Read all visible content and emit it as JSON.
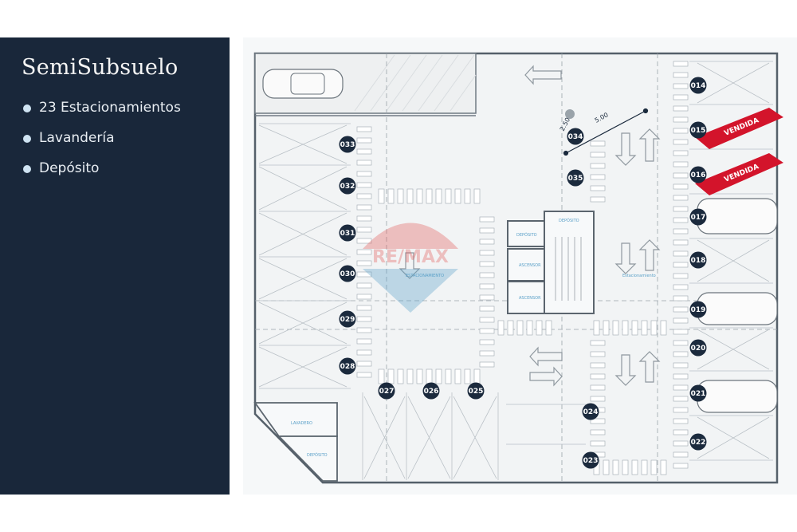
{
  "panel": {
    "title": "SemiSubsuelo",
    "features": [
      {
        "label": "23 Estacionamientos"
      },
      {
        "label": "Lavandería"
      },
      {
        "label": "Depósito"
      }
    ]
  },
  "plan": {
    "spots": [
      "014",
      "015",
      "016",
      "017",
      "018",
      "019",
      "020",
      "021",
      "022",
      "023",
      "024",
      "025",
      "026",
      "027",
      "028",
      "029",
      "030",
      "031",
      "032",
      "033",
      "034",
      "035"
    ],
    "sold_label": "VENDIDA",
    "rooms": {
      "deposito_top": "DEPÓSITO",
      "deposito_small": "DEPÓSITO",
      "estacionamiento_left": "ESTACIONAMIENTO",
      "estacionamiento_right": "Estacionamiento",
      "lavadero": "LAVADERO",
      "deposito_bottom": "DEPÓSITO",
      "ascensor": "ASCENSOR"
    },
    "dimensions": {
      "short": "2.50",
      "long": "5.00"
    },
    "watermark": "RE/MAX"
  },
  "colors": {
    "panel_bg": "#19273a",
    "badge": "#1b2a3d",
    "sold": "#d3142b",
    "accent_blue": "#5aa0c8",
    "watermark_red": "#e35b5b"
  }
}
